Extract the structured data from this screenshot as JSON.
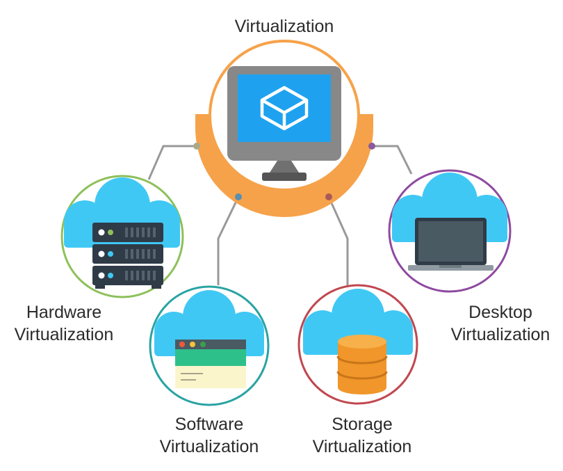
{
  "title": "Virtualization",
  "nodes": [
    {
      "id": "hardware",
      "line1": "Hardware",
      "line2": "Virtualization",
      "ring_color": "#8dc05a"
    },
    {
      "id": "software",
      "line1": "Software",
      "line2": "Virtualization",
      "ring_color": "#2aa3a3"
    },
    {
      "id": "storage",
      "line1": "Storage",
      "line2": "Virtualization",
      "ring_color": "#c0474f"
    },
    {
      "id": "desktop",
      "line1": "Desktop",
      "line2": "Virtualization",
      "ring_color": "#8e4aa0"
    }
  ],
  "colors": {
    "hub_ring": "#f6a24a",
    "cloud": "#40c8f4",
    "connector": "#999999",
    "monitor_screen": "#1ea2f0",
    "server_body": "#2f3b47",
    "storage_drum": "#f0962a",
    "laptop_screen": "#4a5a62"
  },
  "icons": {
    "hub": "monitor-with-box-logo-icon",
    "hardware": "cloud-server-rack-icon",
    "software": "cloud-browser-window-icon",
    "storage": "cloud-database-icon",
    "desktop": "cloud-laptop-icon"
  }
}
